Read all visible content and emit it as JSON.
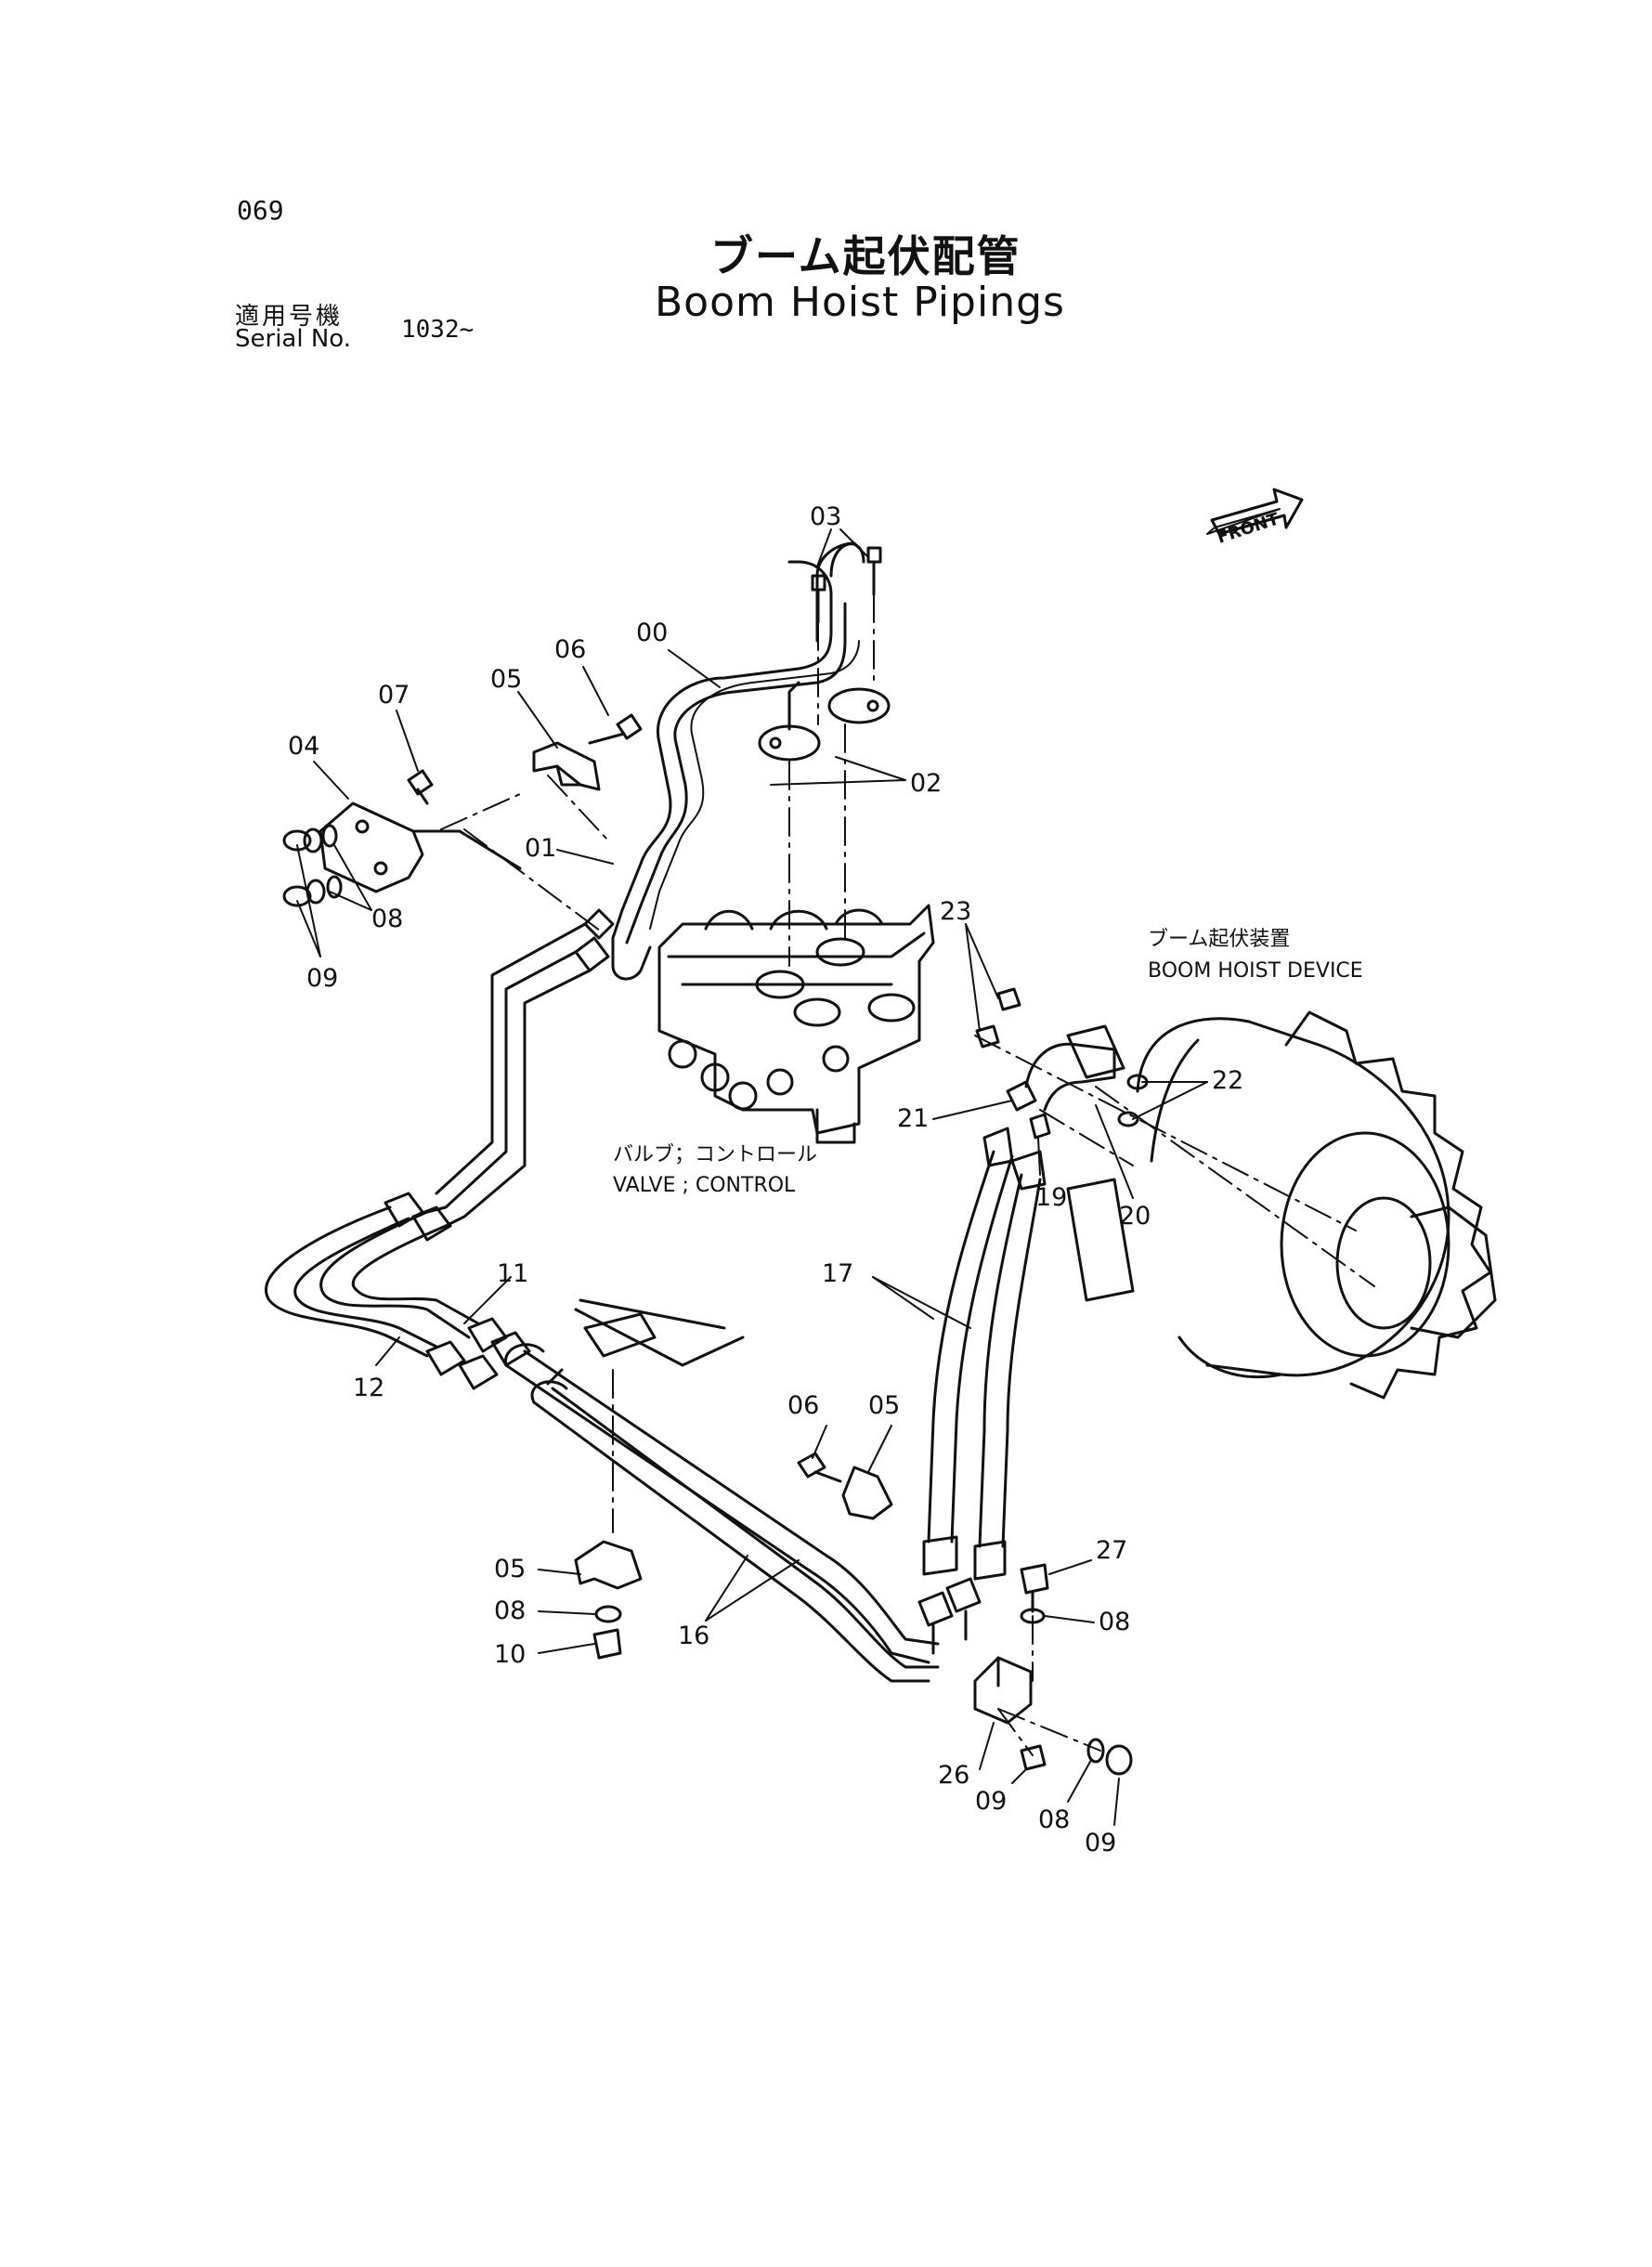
{
  "header": {
    "page_number": "069",
    "title_jp": "ブーム起伏配管",
    "title_en": "Boom Hoist Pipings",
    "serial_label_jp": "適用号機",
    "serial_label_en": "Serial No.",
    "serial_value": "1032~"
  },
  "front_marker": {
    "label": "FRONT"
  },
  "notes": {
    "device_jp": "ブーム起伏装置",
    "device_en": "BOOM HOIST DEVICE",
    "valve_jp": "バルブ；コントロール",
    "valve_en": "VALVE ; CONTROL"
  },
  "callouts": [
    "03",
    "00",
    "06",
    "05",
    "07",
    "04",
    "02",
    "01",
    "08",
    "09",
    "23",
    "22",
    "21",
    "19",
    "20",
    "17",
    "11",
    "12",
    "06",
    "05",
    "05",
    "08",
    "10",
    "16",
    "27",
    "08",
    "26",
    "09",
    "08",
    "09"
  ]
}
